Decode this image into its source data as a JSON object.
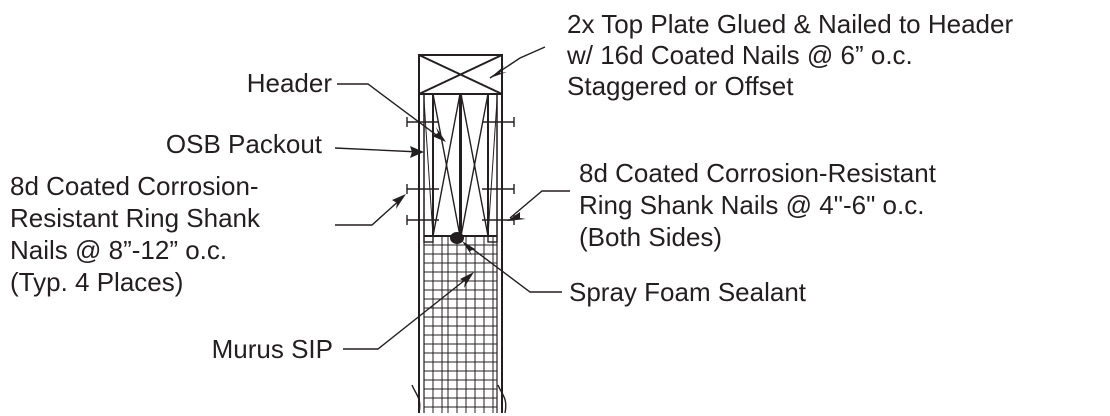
{
  "labels": {
    "top_plate": [
      "2x Top Plate Glued & Nailed to Header",
      "w/ 16d Coated Nails @ 6” o.c.",
      "Staggered or Offset"
    ],
    "header": [
      "Header"
    ],
    "osb_packout": [
      "OSB Packout"
    ],
    "left_nails": [
      "8d Coated Corrosion-",
      "Resistant Ring Shank",
      "Nails @ 8”-12” o.c.",
      "(Typ. 4 Places)"
    ],
    "right_nails": [
      "8d Coated Corrosion-Resistant",
      "Ring Shank Nails @ 4\"-6\" o.c.",
      "(Both Sides)"
    ],
    "spray_foam": [
      "Spray Foam Sealant"
    ],
    "murus_sip": [
      "Murus SIP"
    ]
  },
  "colors": {
    "ink": "#231f20",
    "background": "#ffffff"
  }
}
